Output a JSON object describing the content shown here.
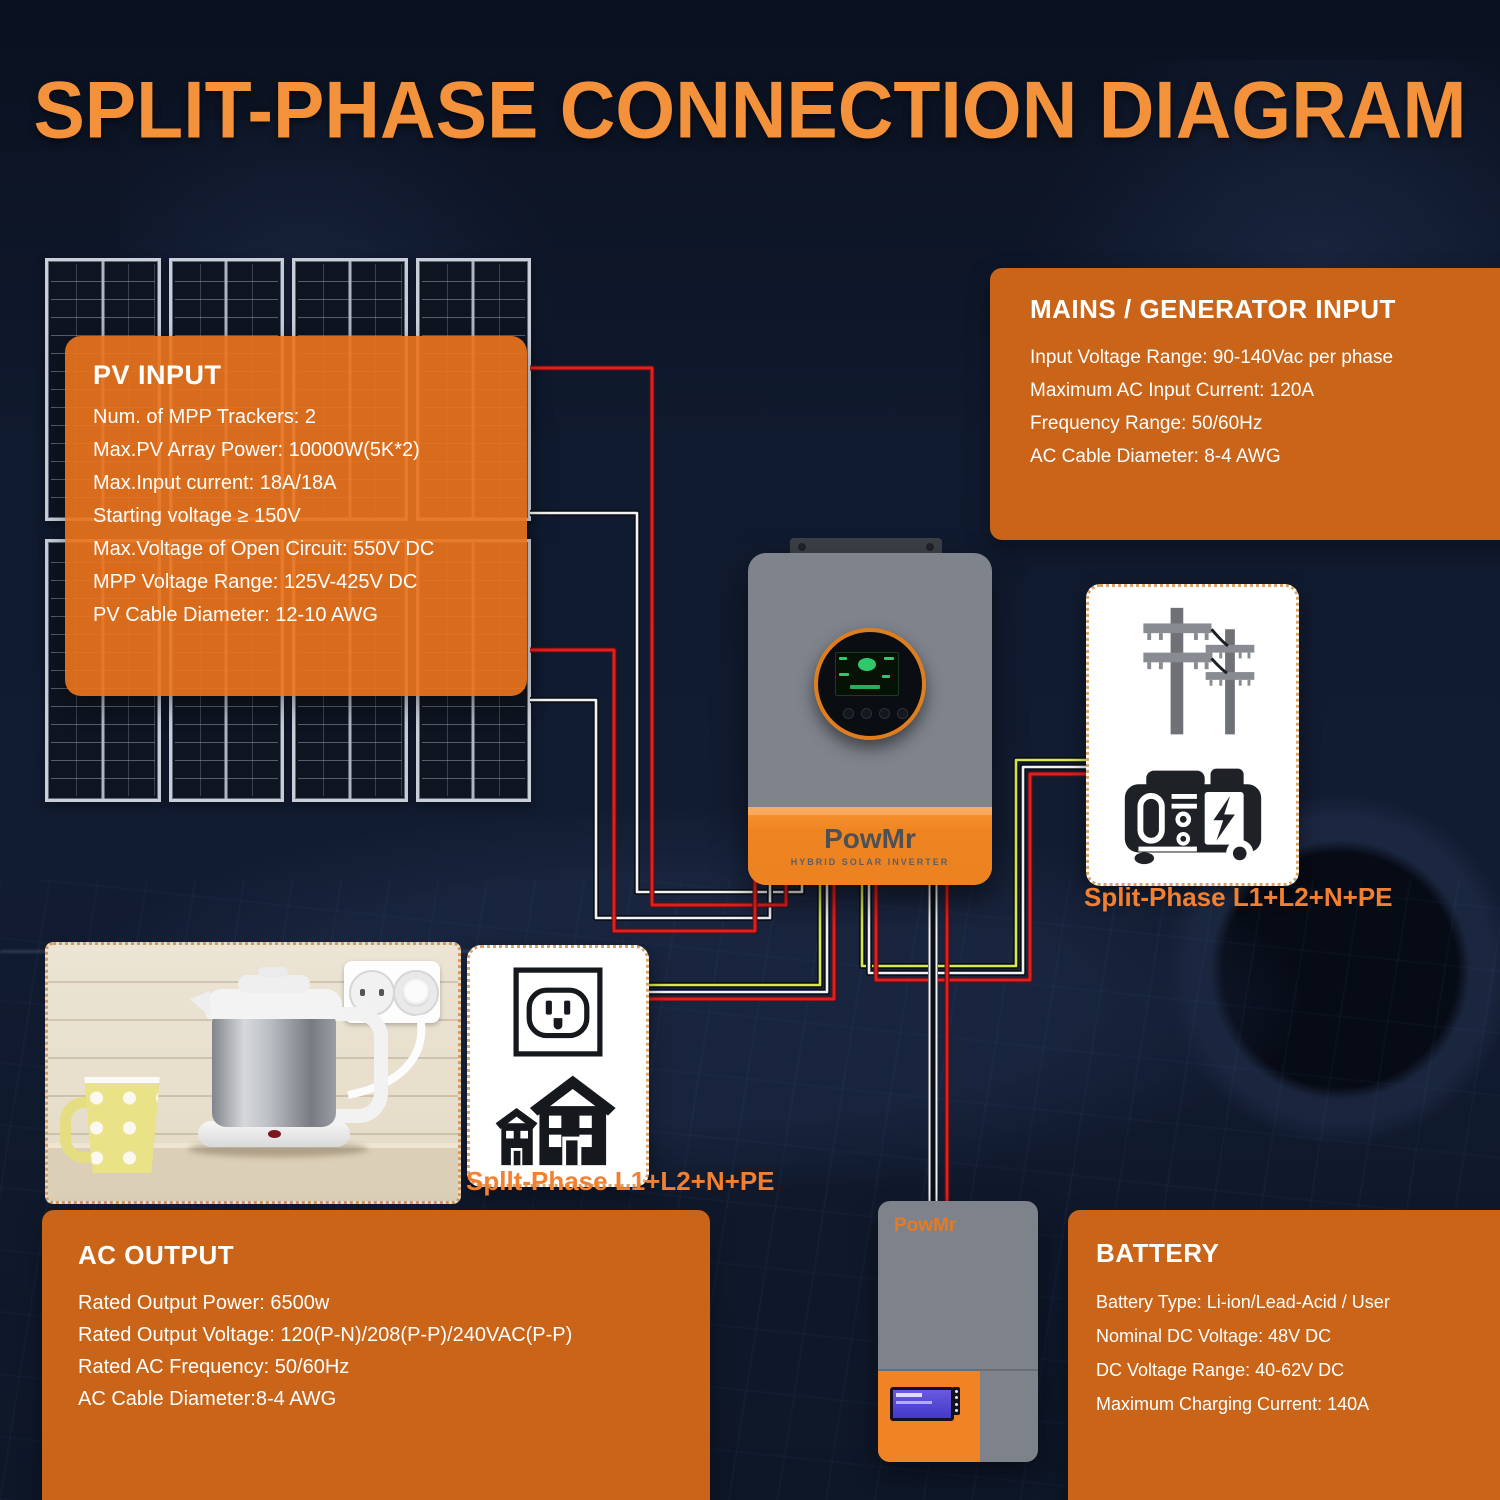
{
  "title": "SPLIT-PHASE CONNECTION DIAGRAM",
  "cards": {
    "pv_input": {
      "title": "PV INPUT",
      "lines": [
        "Num. of MPP Trackers: 2",
        "Max.PV Array Power: 10000W(5K*2)",
        "Max.Input current: 18A/18A",
        "Starting voltage ≥ 150V",
        "Max.Voltage of Open Circuit: 550V DC",
        "MPP Voltage Range: 125V-425V DC",
        "PV Cable Diameter: 12-10 AWG"
      ]
    },
    "mains_input": {
      "title": "MAINS / GENERATOR INPUT",
      "lines": [
        "Input Voltage Range: 90-140Vac per phase",
        "Maximum AC Input Current: 120A",
        "Frequency Range: 50/60Hz",
        "AC Cable Diameter: 8-4 AWG"
      ]
    },
    "ac_output": {
      "title": "AC OUTPUT",
      "lines": [
        "Rated Output Power: 6500w",
        "Rated Output Voltage: 120(P-N)/208(P-P)/240VAC(P-P)",
        "Rated AC Frequency: 50/60Hz",
        "AC Cable Diameter:8-4 AWG"
      ]
    },
    "battery": {
      "title": "BATTERY",
      "lines": [
        "Battery Type: Li-ion/Lead-Acid / User",
        "Nominal DC Voltage: 48V DC",
        "DC Voltage Range: 40-62V DC",
        "Maximum Charging Current: 140A"
      ]
    }
  },
  "labels": {
    "generator_split_phase": "Split-Phase L1+L2+N+PE",
    "outlet_split_phase": "Spllt-Phase L1+L2+N+PE"
  },
  "inverter": {
    "brand": "PowMr",
    "tagline": "HYBRID SOLAR INVERTER"
  },
  "battery_unit": {
    "brand": "PowMr"
  },
  "icons": {
    "power_poles": "power-poles-icon",
    "generator": "generator-icon",
    "wall_outlet": "outlet-icon",
    "houses": "houses-icon",
    "inverter_display": "circular-lcd-display-icon"
  },
  "colors": {
    "title_orange": "#F4913B",
    "card_orange": "#C96418",
    "pv_overlay": "rgba(233,116,28,0.92)",
    "label_orange": "#F28030",
    "wire_red": "#E02020",
    "wire_yellow": "#D9E84B",
    "wire_white": "#F2F2F2",
    "inverter_band": "#F18A26",
    "device_gray": "#7E838C"
  }
}
